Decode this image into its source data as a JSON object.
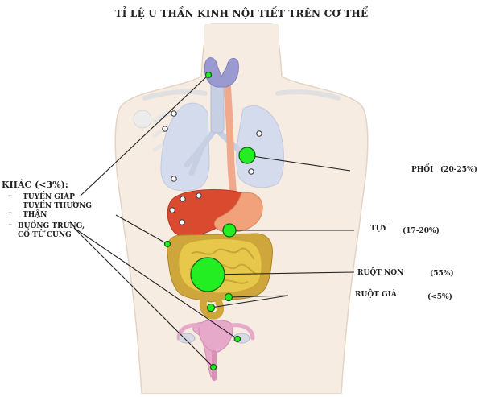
{
  "title": "TỈ LỆ U THẦN KINH NỘI TIẾT TRÊN CƠ THỂ",
  "labels": {
    "lung": "PHỔI",
    "lung_pct": "(20-25%)",
    "pancreas": "TỤY",
    "pancreas_pct": "(17-20%)",
    "small_intestine": "RUỘT NON",
    "small_intestine_pct": "(55%)",
    "large_intestine": "RUỘT GIÀ",
    "large_intestine_pct": "(<5%)",
    "other_head": "KHÁC (<3%):",
    "thyroid": "TUYẾN GIÁP",
    "adrenal": "TUYẾN THƯỢNG",
    "adrenal2": "THẬN",
    "ovary": "BUỒNG TRỨNG,",
    "ovary2": "CỔ TỬ CUNG"
  },
  "colors": {
    "marker_fill": "#22ee22",
    "marker_stroke": "#116611",
    "skin": "#f6ece1",
    "lung": "#d4dbec",
    "thyroid": "#9b9ad0",
    "liver": "#d94a2e",
    "intestine": "#e8c84a",
    "colon": "#cfa63b",
    "uterus": "#e7a9c9",
    "trachea": "#c7cfe3",
    "esophagus": "#f0a98c"
  }
}
